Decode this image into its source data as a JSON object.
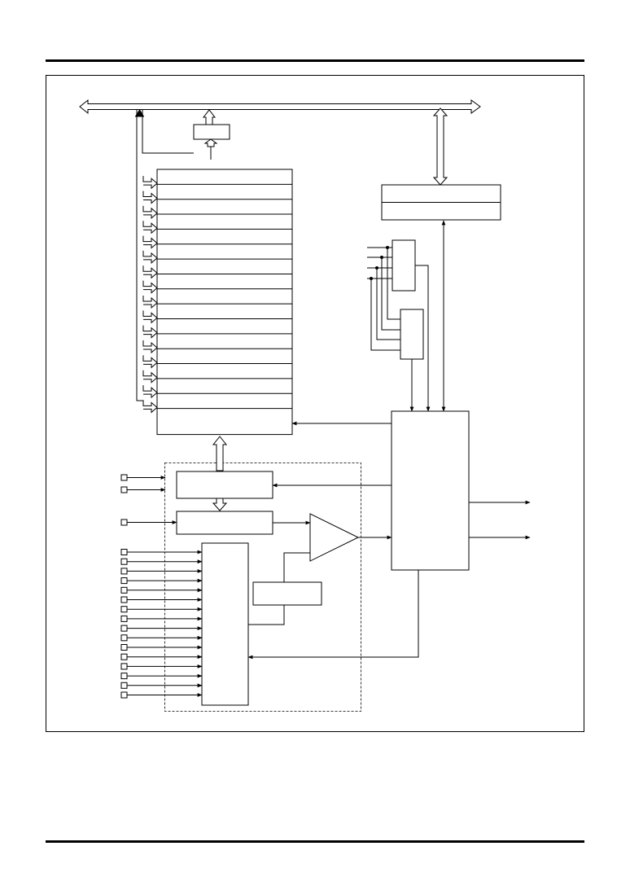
{
  "page": {
    "header_rule": "header-rule",
    "footer_rule": "footer-rule"
  },
  "diagram": {
    "register_rows": 16,
    "pin_inputs_left_upper": 2,
    "pin_input_left_mid": 1,
    "pin_inputs_left_lower": 16,
    "outputs_right": 2,
    "colors": {
      "line": "#000000",
      "background": "#ffffff"
    }
  }
}
